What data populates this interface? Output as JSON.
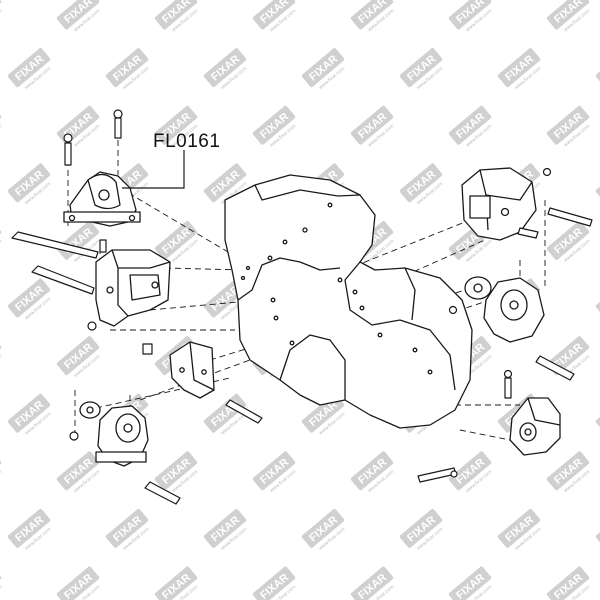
{
  "callout": {
    "part_number": "FL0161"
  },
  "watermark": {
    "brand": "FIXAR",
    "url": "www.fixar.com"
  },
  "colors": {
    "line": "#1a1a1a",
    "watermark_badge": "#d0d0d0",
    "background": "#ffffff"
  }
}
